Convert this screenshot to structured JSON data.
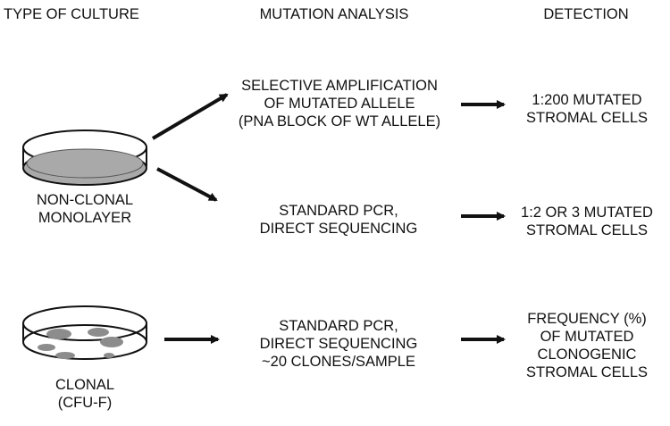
{
  "headers": {
    "culture": "TYPE OF CULTURE",
    "analysis": "MUTATION ANALYSIS",
    "detection": "DETECTION"
  },
  "nonclonal": {
    "label": [
      "NON-CLONAL",
      "MONOLAYER"
    ],
    "selective": [
      "SELECTIVE AMPLIFICATION",
      "OF MUTATED ALLELE",
      "(PNA BLOCK OF WT ALLELE)"
    ],
    "selective_result": [
      "1:200 MUTATED",
      "STROMAL CELLS"
    ],
    "standard": [
      "STANDARD PCR,",
      "DIRECT SEQUENCING"
    ],
    "standard_result": [
      "1:2 OR 3 MUTATED",
      "STROMAL CELLS"
    ]
  },
  "clonal": {
    "label": [
      "CLONAL",
      "(CFU-F)"
    ],
    "standard": [
      "STANDARD PCR,",
      "DIRECT SEQUENCING",
      "~20 CLONES/SAMPLE"
    ],
    "result": [
      "FREQUENCY (%)",
      "OF MUTATED",
      "CLONOGENIC",
      "STROMAL CELLS"
    ]
  },
  "colors": {
    "ink": "#111111",
    "dish_fill_monolayer": "#a9a9a9",
    "colony_fill": "#8c8c8c"
  },
  "icons": [
    "petri-dish-monolayer-icon",
    "petri-dish-colonies-icon",
    "arrow-icon"
  ]
}
